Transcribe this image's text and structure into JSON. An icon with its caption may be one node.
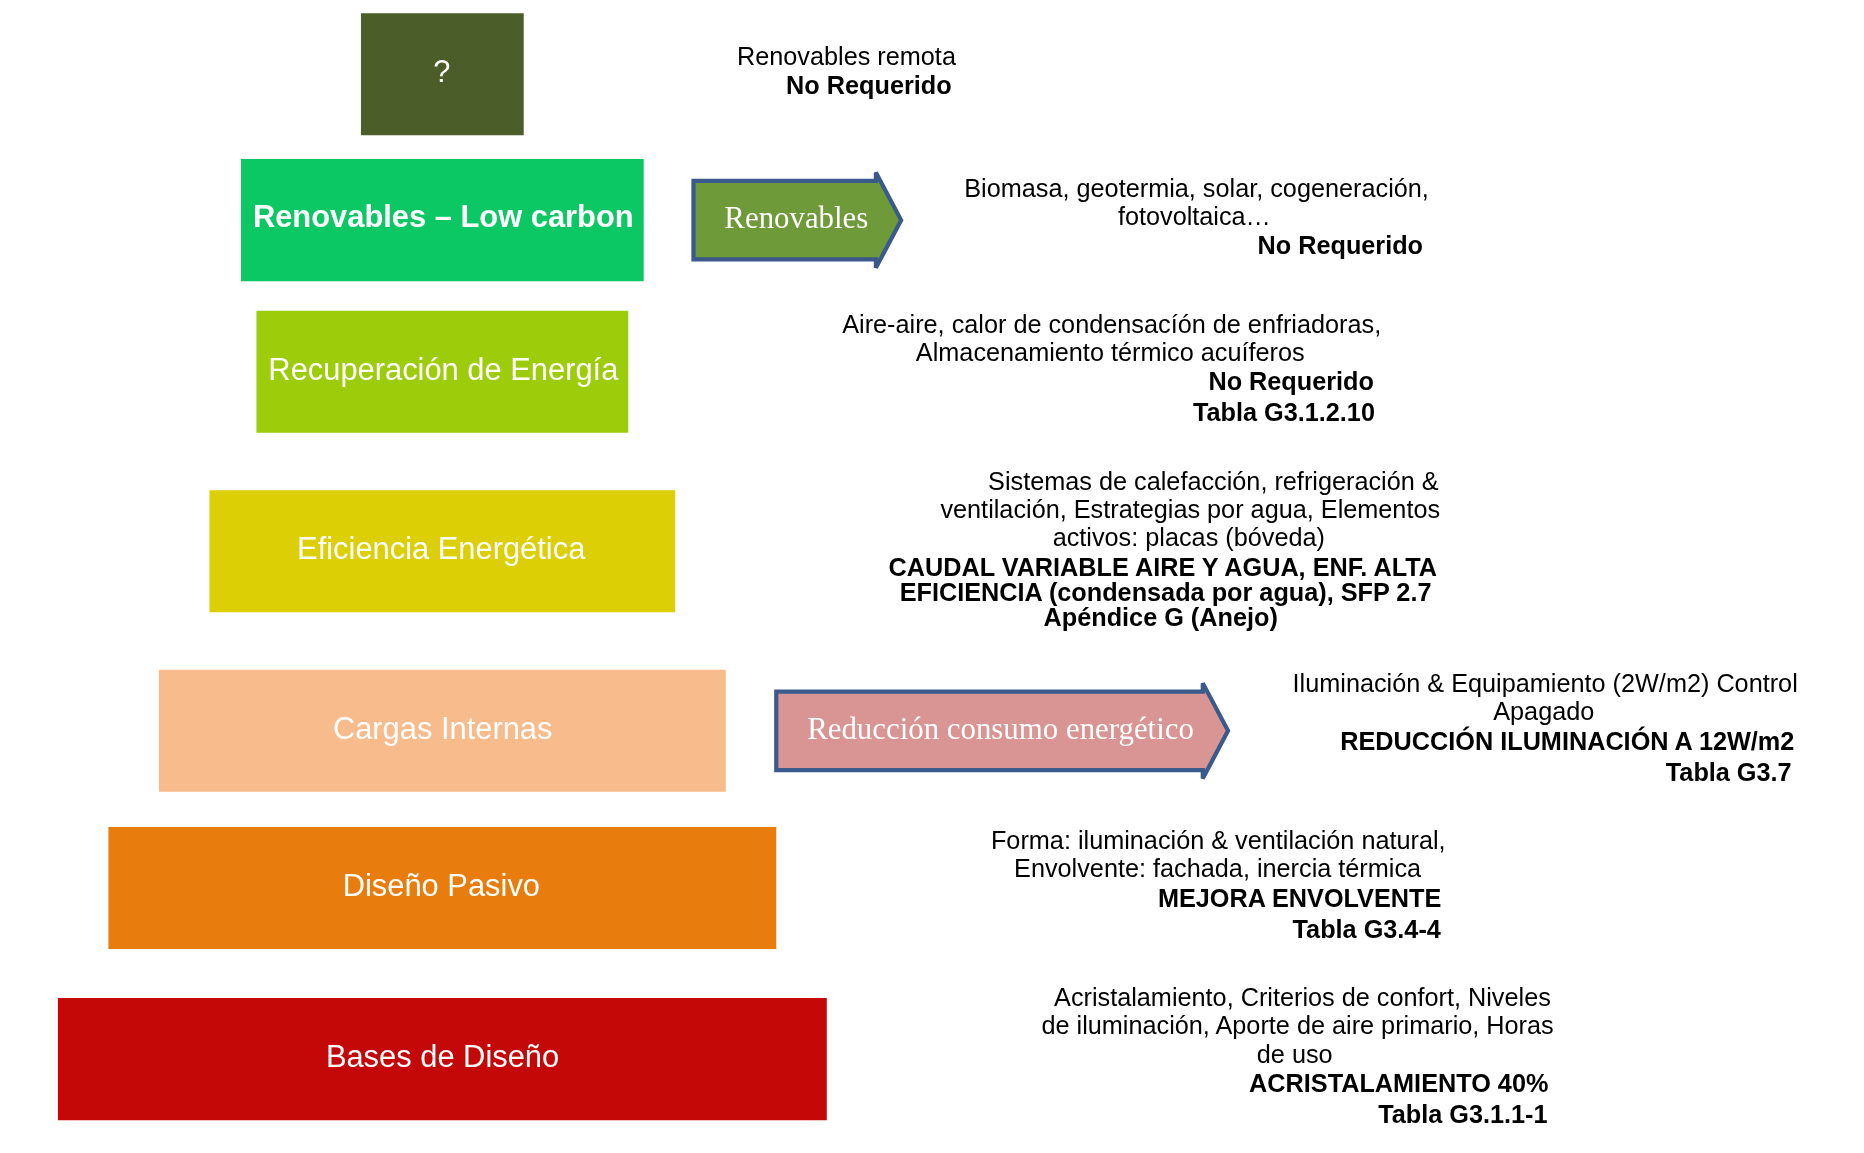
{
  "diagram": {
    "nodes": [
      {
        "text": [
          "?"
        ],
        "beside": [
          "Renovables remota",
          "No Requerido"
        ]
      },
      {
        "text": [
          "Renovables – Low carbon"
        ],
        "beside": [
          "Biomasa, geotermia, solar, cogeneración, fotovoltaica…",
          "No Requerido"
        ]
      },
      {
        "text": [
          "Recuperación de Energía"
        ],
        "beside": [
          "Aire-aire, calor de condensacíón de enfriadoras, Almacenamiento térmico acuíferos",
          "No Requerido",
          "Tabla G3.1.2.10"
        ]
      },
      {
        "text": [
          "Eficiencia Energética"
        ],
        "beside": [
          "Sistemas de calefacción, refrigeración & ventilación, Estrategias por agua, Elementos activos: placas (bóveda)",
          "CAUDAL VARIABLE AIRE Y AGUA, ENF. ALTA EFICIENCIA (condensada por agua), SFP 2.7 Apéndice G (Anejo)"
        ]
      },
      {
        "text": [
          "Cargas Internas"
        ],
        "beside": [
          "Iluminación & Equipamiento (2W/m2) Control Apagado",
          "REDUCCIÓN ILUMINACIÓN A 12W/m2",
          "Tabla G3.7"
        ]
      },
      {
        "text": [
          "Diseño Pasivo"
        ],
        "beside": [
          "Forma: iluminación & ventilación natural, Envolvente: fachada, inercia térmica",
          "MEJORA ENVOLVENTE",
          "Tabla G3.4-4"
        ]
      },
      {
        "text": [
          "Bases de Diseño"
        ],
        "beside": [
          "Acristalamiento, Criterios de confort, Niveles de iluminación, Aporte de aire primario, Horas de uso",
          "ACRISTALAMIENTO 40%",
          "Tabla G3.1.1-1"
        ]
      },
      {
        "text": [
          "Renovables"
        ]
      },
      {
        "text": [
          "Reducción consumo energético"
        ]
      }
    ],
    "edges": []
  }
}
